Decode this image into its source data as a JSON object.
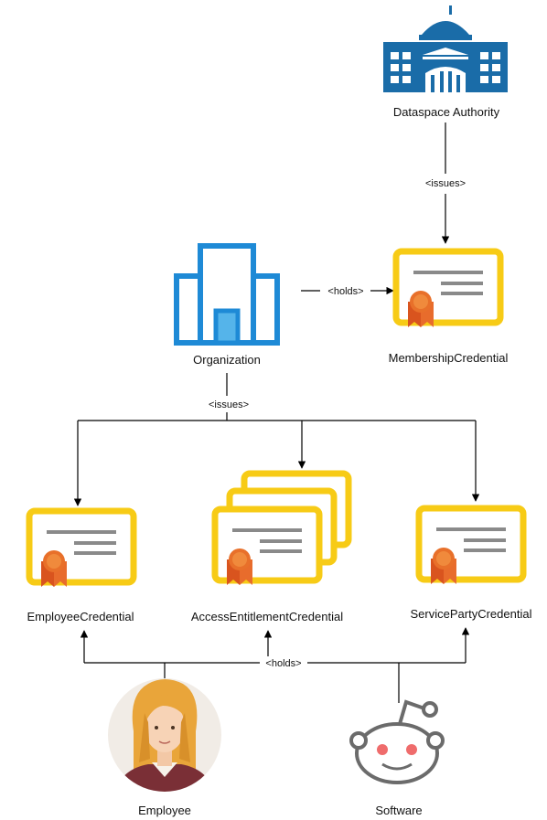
{
  "nodes": {
    "dataspace_authority": "Dataspace Authority",
    "organization": "Organization",
    "membership_credential": "MembershipCredential",
    "employee_credential": "EmployeeCredential",
    "access_entitlement_credential": "AccessEntitlementCredential",
    "service_party_credential": "ServicePartyCredential",
    "employee": "Employee",
    "software": "Software"
  },
  "edges": {
    "authority_issues": "<issues>",
    "org_holds": "<holds>",
    "org_issues": "<issues>",
    "holders_hold": "<holds>"
  },
  "icons": {
    "authority": "government-building-icon",
    "organization": "office-building-icon",
    "credential": "certificate-icon",
    "employee": "woman-avatar-icon",
    "software": "robot-icon"
  },
  "colors": {
    "authority_blue": "#1a6ca8",
    "organization_blue": "#1e8ad6",
    "certificate_yellow": "#f7cb16",
    "ribbon_orange": "#d9541e",
    "line_gray": "#8a8a8a"
  }
}
